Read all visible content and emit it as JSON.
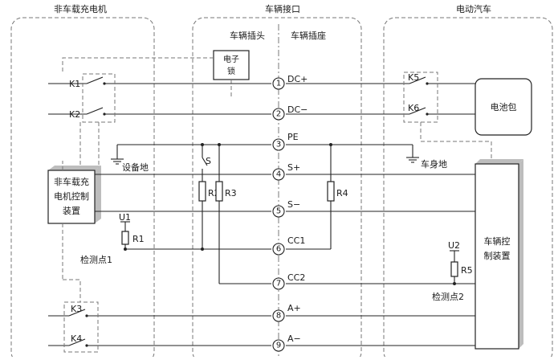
{
  "sections": {
    "offboard_charger": "非车载充电机",
    "vehicle_interface": "车辆接口",
    "electric_vehicle": "电动汽车"
  },
  "interface": {
    "plug": "车辆插头",
    "socket": "车辆插座"
  },
  "lock": {
    "line1": "电子",
    "line2": "锁"
  },
  "pins": [
    {
      "number": "1",
      "label": "DC+"
    },
    {
      "number": "2",
      "label": "DC−"
    },
    {
      "number": "3",
      "label": "PE"
    },
    {
      "number": "4",
      "label": "S+"
    },
    {
      "number": "5",
      "label": "S−"
    },
    {
      "number": "6",
      "label": "CC1"
    },
    {
      "number": "7",
      "label": "CC2"
    },
    {
      "number": "8",
      "label": "A+"
    },
    {
      "number": "9",
      "label": "A−"
    }
  ],
  "switches": {
    "k1": "K1",
    "k2": "K2",
    "k3": "K3",
    "k4": "K4",
    "k5": "K5",
    "k6": "K6"
  },
  "resistors": {
    "r1": "R1",
    "r2": "R2",
    "r3": "R3",
    "r4": "R4",
    "r5": "R5"
  },
  "sources": {
    "u1": "U1",
    "u2": "U2"
  },
  "switch_s": "S",
  "grounds": {
    "equipment": "设备地",
    "chassis": "车身地"
  },
  "charger_controller": {
    "line1": "非车载充",
    "line2": "电机控制",
    "line3": "装置"
  },
  "vehicle_controller": {
    "line1": "车辆控",
    "line2": "制装置"
  },
  "battery": "电池包",
  "detection": {
    "point1": "检测点1",
    "point2": "检测点2"
  }
}
